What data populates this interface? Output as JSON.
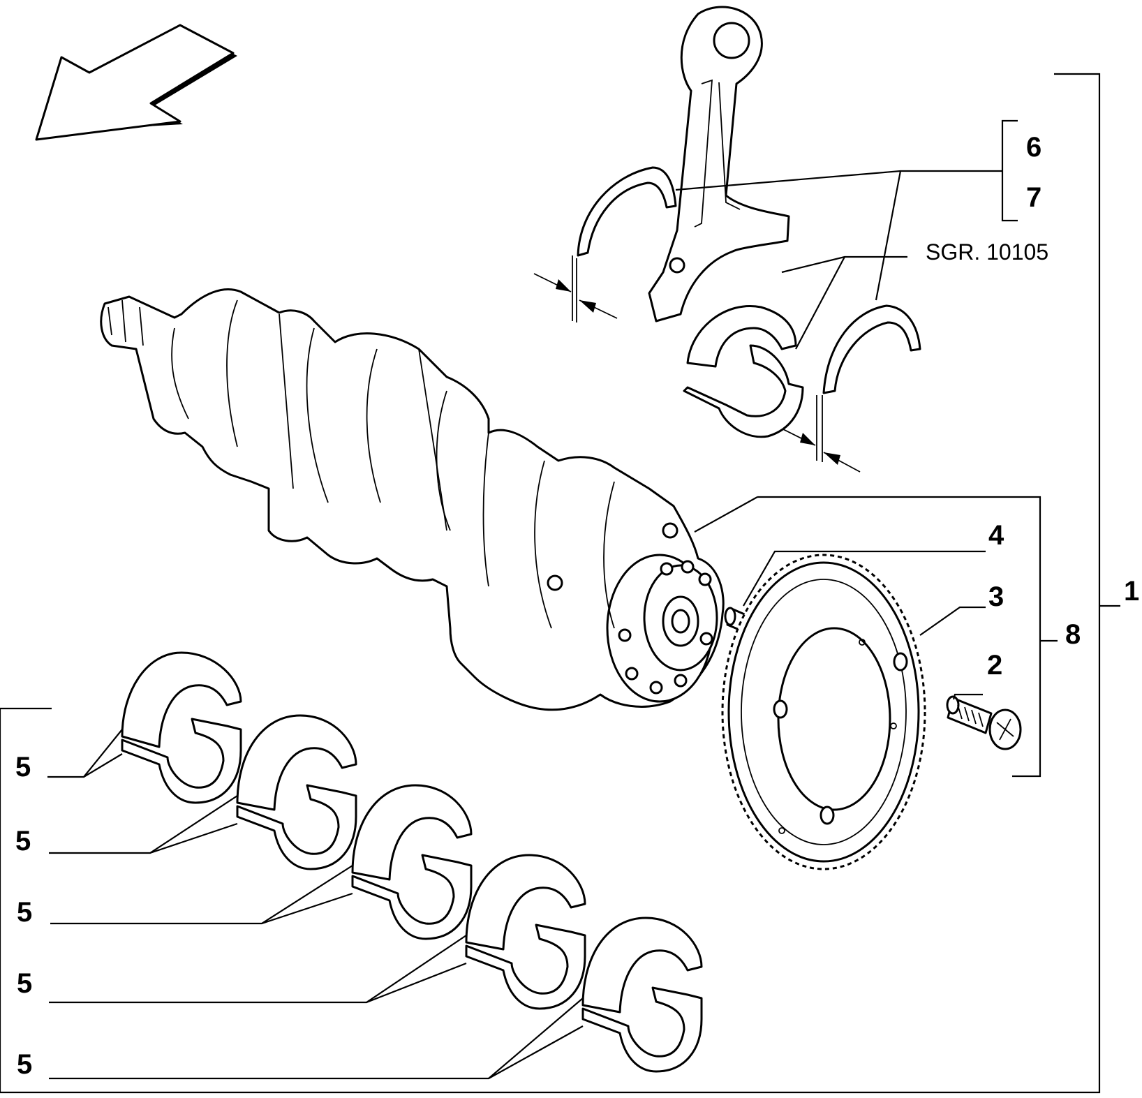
{
  "diagram": {
    "reference": "SGR. 10105",
    "callouts": {
      "c1": "1",
      "c2": "2",
      "c3": "3",
      "c4": "4",
      "c5": "5",
      "c6": "6",
      "c7": "7",
      "c8": "8"
    },
    "parts": [
      "arrow-icon",
      "crankshaft-icon",
      "connecting-rod-icon",
      "thrust-washer-icon",
      "bearing-shell-icon",
      "dowel-pin-icon",
      "timing-gear-icon",
      "bolt-icon"
    ]
  }
}
